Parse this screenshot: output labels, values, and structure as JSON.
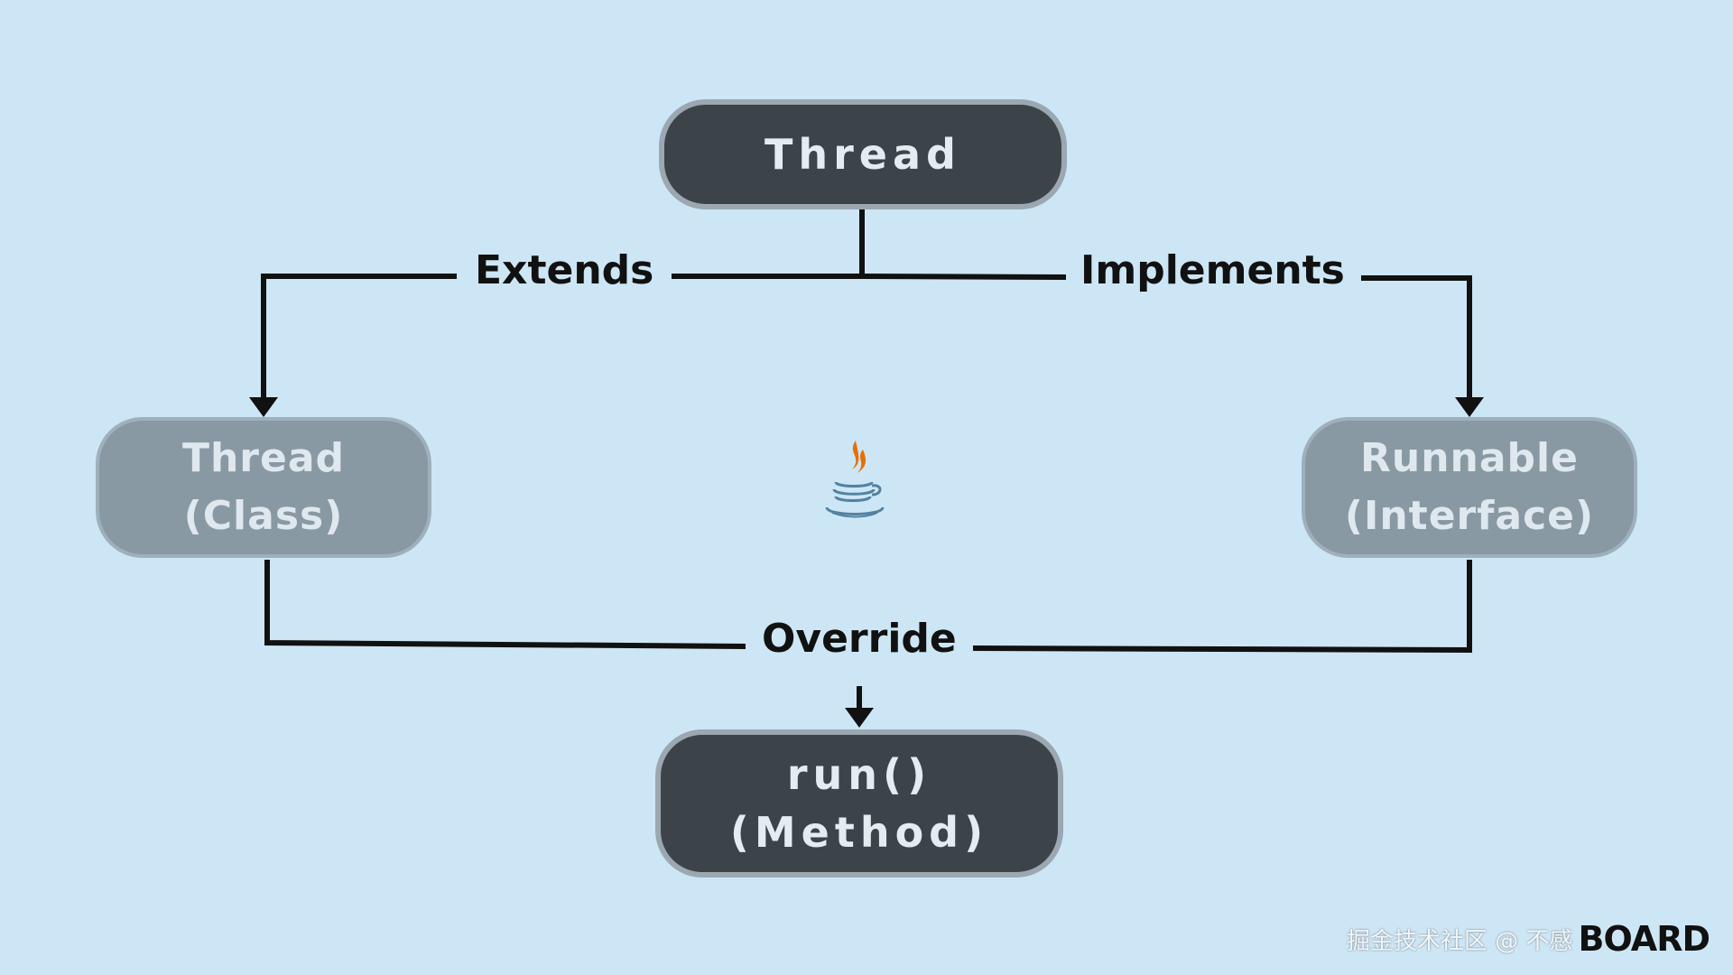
{
  "nodes": {
    "thread_top": {
      "line1": "Thread"
    },
    "thread_class": {
      "line1": "Thread",
      "line2": "(Class)"
    },
    "runnable": {
      "line1": "Runnable",
      "line2": "(Interface)"
    },
    "run_method": {
      "line1": "run()",
      "line2": "(Method)"
    }
  },
  "edges": {
    "extends": "Extends",
    "implements": "Implements",
    "override": "Override"
  },
  "icons": {
    "center": "java-coffee-cup-icon"
  },
  "watermark": {
    "text": "掘金技术社区 @ 不感",
    "logo": "BOARD"
  },
  "colors": {
    "background": "#cde6f5",
    "dark_node": "#3c4449",
    "light_node": "#8999a4",
    "lines": "#111111",
    "java_flame": "#e76f00",
    "java_cup": "#5382a1"
  }
}
